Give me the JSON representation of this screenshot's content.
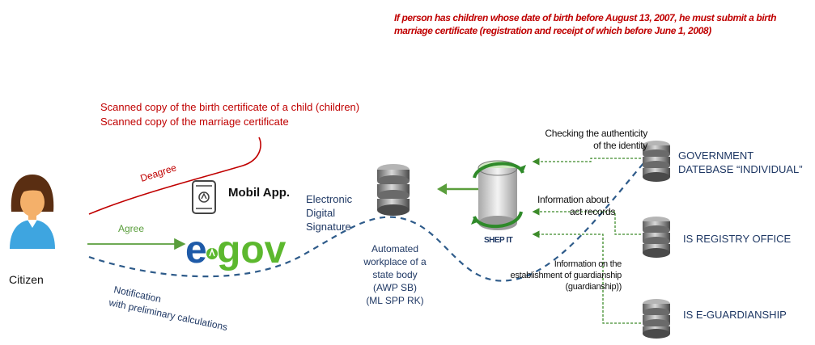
{
  "note": {
    "line1": "If person has children whose date of birth before August 13, 2007,  he must submit a birth",
    "line2": "marriage certificate (registration and receipt of which before June 1, 2008)"
  },
  "scans": {
    "line1": "Scanned copy  of the birth certificate of a child  (children)",
    "line2": "Scanned copy  of the marriage certificate"
  },
  "citizen": {
    "label": "Citizen"
  },
  "edges": {
    "disagree": "Deagree",
    "agree": "Agree",
    "notification_line1": "Notification",
    "notification_line2": "with preliminary calculations"
  },
  "mobile_app": {
    "label": "Mobil App."
  },
  "egov": {
    "logo_text": "egov"
  },
  "eds": {
    "line1": "Electronic",
    "line2": "Digital",
    "line3": "Signature"
  },
  "awp": {
    "line1": "Automated",
    "line2": "workplace of a",
    "line3": "state body",
    "line4": "(AWP SB)",
    "line5": "(ML SPP RK)"
  },
  "shep": {
    "label": "SHEP IT"
  },
  "flows": {
    "identity_line1": "Checking the authenticity",
    "identity_line2": "of the identity",
    "acts_line1": "Information about",
    "acts_line2": "act records",
    "guard_line1": "Information on the",
    "guard_line2": "establishment of guardianship",
    "guard_line3": "(guardianship))"
  },
  "databases": {
    "gov_line1": "GOVERNMENT",
    "gov_line2": "DATEBASE  “INDIVIDUAL”",
    "registry": "IS REGISTRY  OFFICE",
    "guardianship": "IS E-GUARDIANSHIP"
  },
  "colors": {
    "red": "#c00000",
    "green_arrow": "#5a9e3c",
    "navy": "#1f3864",
    "dashed_blue": "#2e5b8a",
    "egov_blue": "#1e5aa8",
    "egov_green": "#5cb82e"
  }
}
